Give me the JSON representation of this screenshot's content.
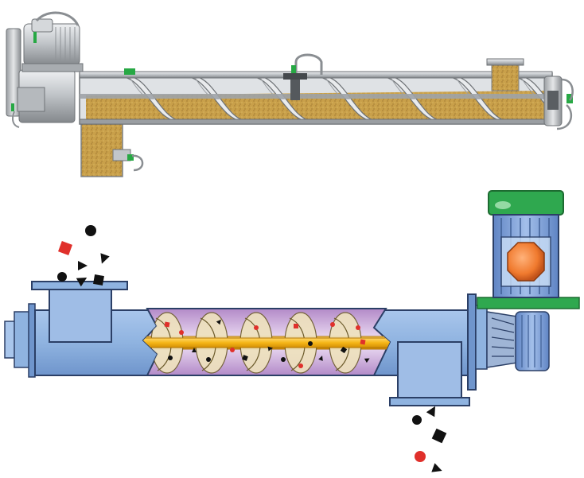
{
  "figure": {
    "panels": [
      {
        "id": "top",
        "subject": "auger-conveyor-cutaway",
        "colors": {
          "metal": "#b8bcc0",
          "metal_dark": "#7d8185",
          "metal_light": "#e6e8ea",
          "material": "#c9a04a",
          "material_dark": "#9c7430",
          "accent": "#27a844"
        }
      },
      {
        "id": "bottom",
        "subject": "screw-conveyor-schematic",
        "colors": {
          "tube": "#8fb3e0",
          "tube_dark": "#5e86c2",
          "tube_light": "#c6dbf5",
          "cutaway": "#c59bd6",
          "cutaway_light": "#ead8f2",
          "shaft": "#f5b516",
          "flight": "#e7d7a9",
          "motor": "#7d9fd8",
          "motor_top": "#2fa84f",
          "rotor": "#f07a2e",
          "particle_red": "#e0302b",
          "particle_black": "#111111"
        }
      }
    ]
  }
}
